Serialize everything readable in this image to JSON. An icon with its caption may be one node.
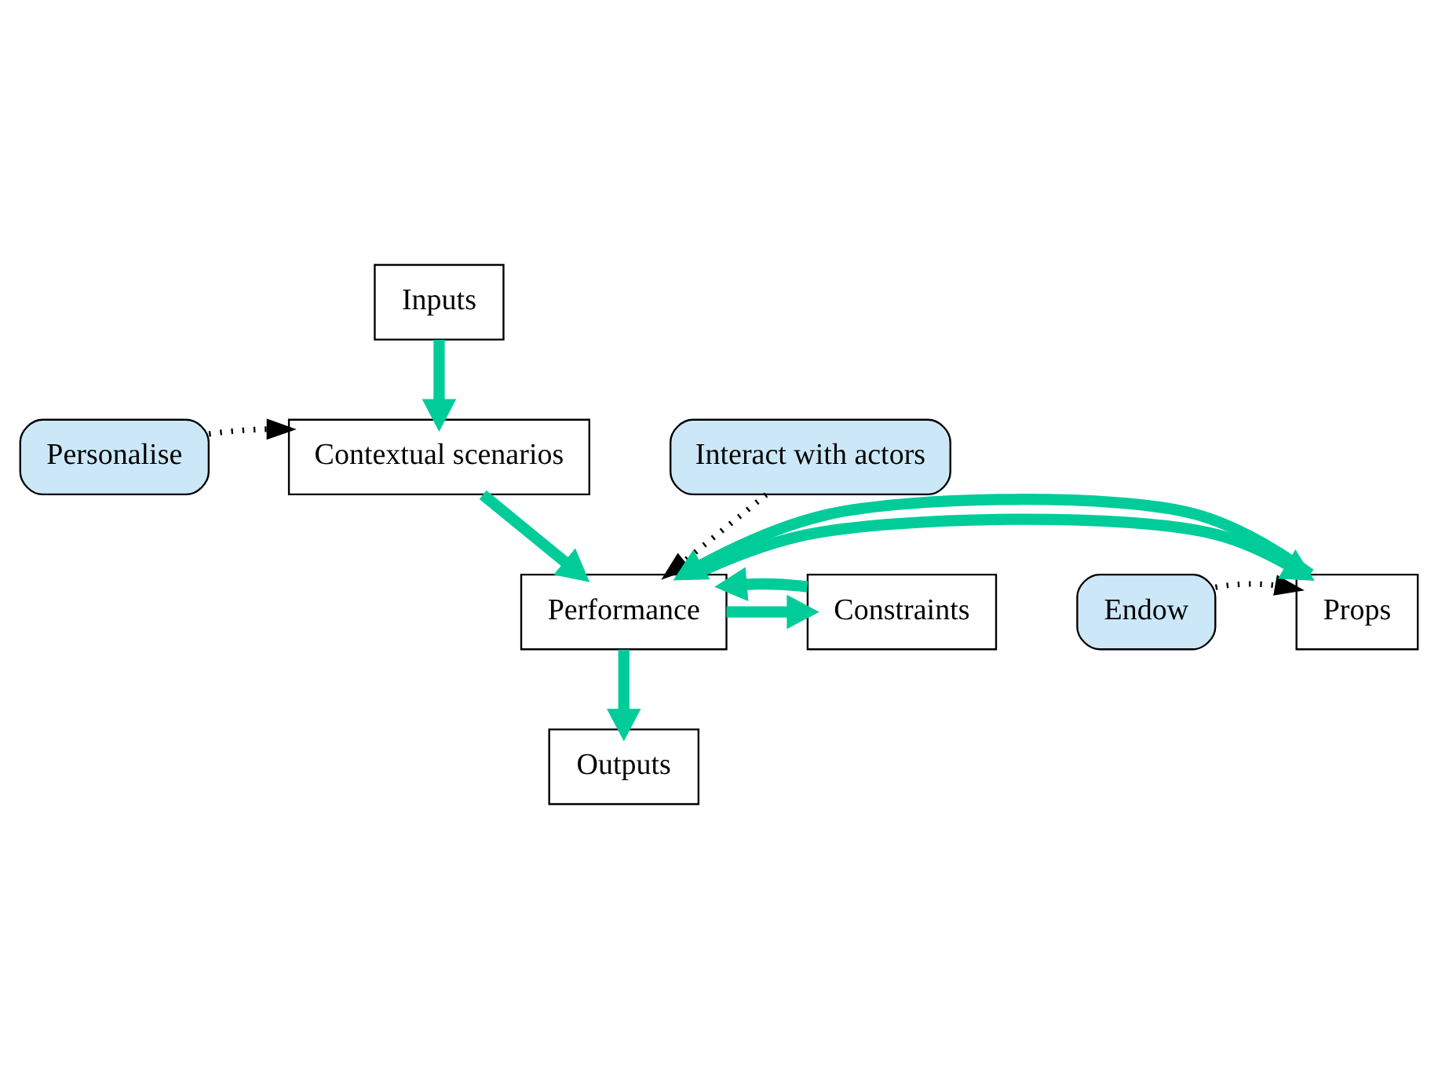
{
  "diagram": {
    "nodes": [
      {
        "text": [
          "Inputs"
        ]
      },
      {
        "text": [
          "Personalise"
        ]
      },
      {
        "text": [
          "Contextual scenarios"
        ]
      },
      {
        "text": [
          "Interact with actors"
        ]
      },
      {
        "text": [
          "Endow"
        ]
      },
      {
        "text": [
          "Props"
        ]
      },
      {
        "text": [
          "Performance"
        ]
      },
      {
        "text": [
          "Constraints"
        ]
      },
      {
        "text": [
          "Outputs"
        ]
      }
    ],
    "edges": [
      {
        "from": 0,
        "to": 2,
        "arrow": "to"
      },
      {
        "from": 1,
        "to": 2,
        "arrow": "to",
        "style": "dashed",
        "color": "#000000"
      },
      {
        "from": 2,
        "to": 6,
        "arrow": "to"
      },
      {
        "from": 3,
        "to": 6,
        "arrow": "to",
        "style": "dashed",
        "color": "#000000"
      },
      {
        "from": 4,
        "to": 5,
        "arrow": "to",
        "style": "dashed",
        "color": "#000000"
      },
      {
        "from": 6,
        "to": 5,
        "arrow": "to"
      },
      {
        "from": 5,
        "to": 6,
        "arrow": "to"
      },
      {
        "from": 6,
        "to": 7,
        "arrow": "to"
      },
      {
        "from": 7,
        "to": 6,
        "arrow": "to"
      },
      {
        "from": 6,
        "to": 8,
        "arrow": "to"
      }
    ]
  }
}
